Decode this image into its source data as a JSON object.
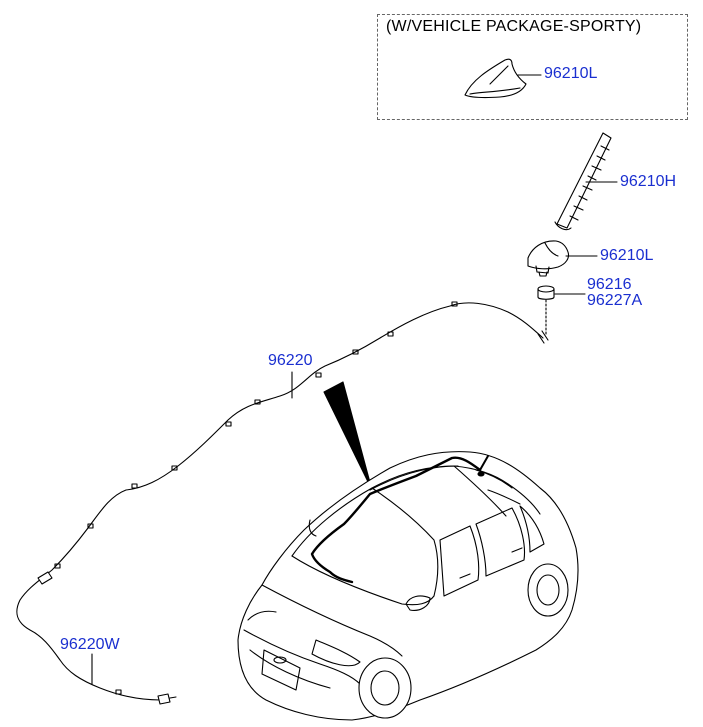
{
  "package_label": "(W/VEHICLE PACKAGE-SPORTY)",
  "parts": {
    "shark_fin": "96210L",
    "pole_antenna": "96210H",
    "antenna_base": "96210L",
    "pad_1": "96216",
    "pad_2": "96227A",
    "roof_cable": "96220",
    "extension_cable": "96220W"
  },
  "colors": {
    "part_number": "#1a2fd0",
    "line": "#000000"
  }
}
